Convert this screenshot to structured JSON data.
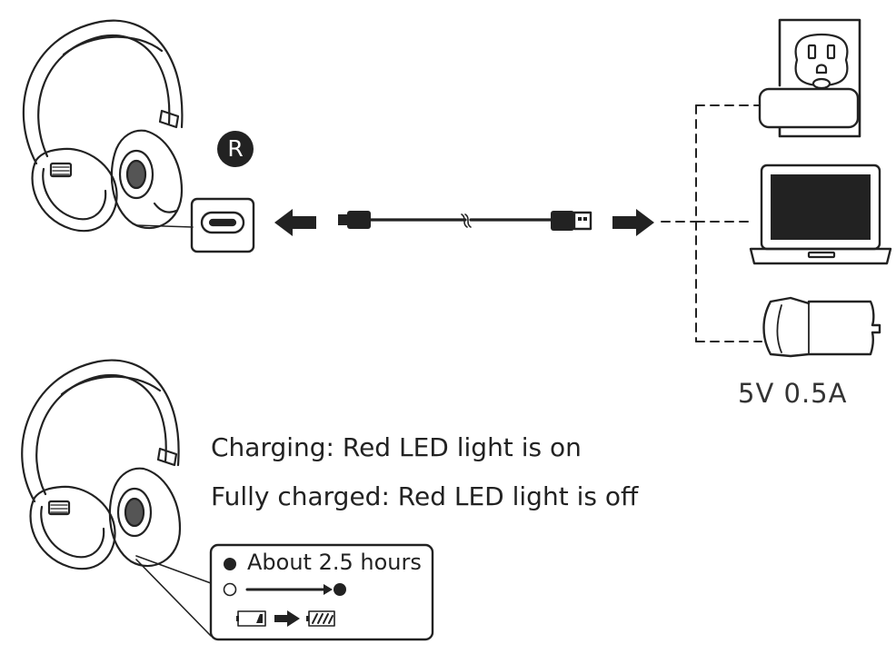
{
  "port_badge": "R",
  "power_spec": "5V 0.5A",
  "status": {
    "charging": "Charging: Red LED light is on",
    "charged": "Fully charged: Red LED light is off"
  },
  "callout": {
    "time": "About 2.5 hours"
  }
}
